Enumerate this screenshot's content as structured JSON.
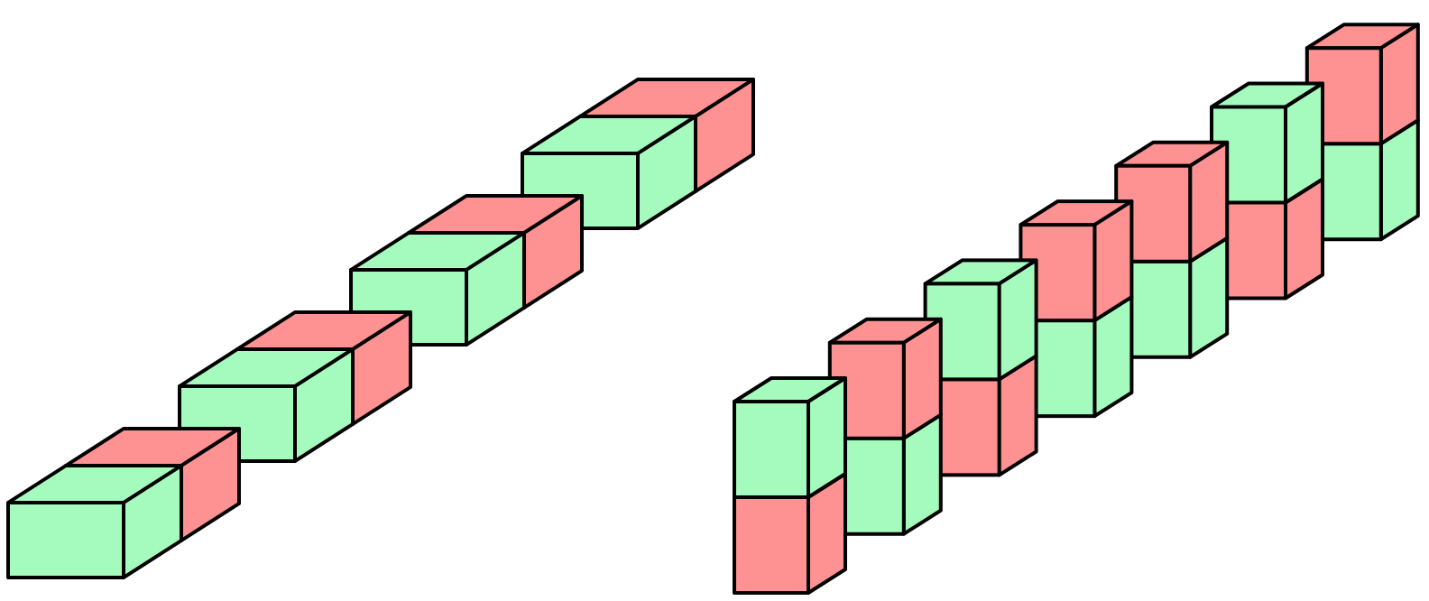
{
  "colors": {
    "green": "#a5fbbd",
    "red": "#fe9293",
    "outline": "#000000",
    "background": "#ffffff"
  },
  "figures": [
    {
      "name": "horizontal-dominoes",
      "orientation": "horizontal",
      "pieces": [
        {
          "front": "green",
          "back": "red"
        },
        {
          "front": "green",
          "back": "red"
        },
        {
          "front": "green",
          "back": "red"
        },
        {
          "front": "green",
          "back": "red"
        }
      ]
    },
    {
      "name": "vertical-dominoes",
      "orientation": "vertical",
      "pieces": [
        {
          "bottom": "red",
          "top": "green"
        },
        {
          "bottom": "green",
          "top": "red"
        },
        {
          "bottom": "red",
          "top": "green"
        },
        {
          "bottom": "green",
          "top": "red"
        },
        {
          "bottom": "green",
          "top": "red"
        },
        {
          "bottom": "red",
          "top": "green"
        },
        {
          "bottom": "green",
          "top": "red"
        }
      ]
    }
  ]
}
